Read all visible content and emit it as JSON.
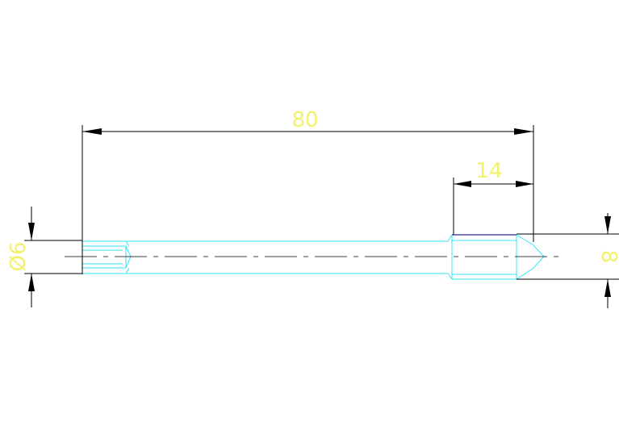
{
  "drawing": {
    "dimensions": {
      "overall_length": "80",
      "thread_length": "14",
      "shank_diameter": "Ø6",
      "head_diameter": "8"
    },
    "colors": {
      "background": "#ffffff",
      "part_outline": "#33e6f2",
      "dimension_line": "#000000",
      "dimension_text": "#f2f26a",
      "center_line": "#000000",
      "hidden_edge": "#2a2a9a"
    }
  }
}
